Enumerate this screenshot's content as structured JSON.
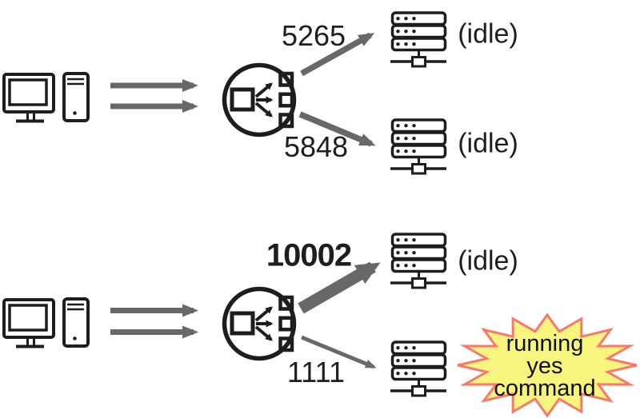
{
  "diagram": {
    "title": "load balancer port routing diagram",
    "icons": {
      "client": "desktop-computer-icon",
      "balancer": "load-balancer-icon",
      "server": "server-rack-icon"
    },
    "colors": {
      "arrow_gray": "#686868",
      "line_black": "#1d1d1d",
      "text_black": "#1e1e1e",
      "burst_fill": "#f8f57e",
      "burst_border": "#f8796a"
    },
    "scenarios": [
      {
        "connections": [
          {
            "port": "5265",
            "server_status": "(idle)",
            "traffic": "normal"
          },
          {
            "port": "5848",
            "server_status": "(idle)",
            "traffic": "normal"
          }
        ]
      },
      {
        "connections": [
          {
            "port": "10002",
            "server_status": "(idle)",
            "traffic": "heavy"
          },
          {
            "port": "1111",
            "server_status": "",
            "traffic": "light",
            "callout": {
              "line1": "running",
              "line2": "yes command"
            }
          }
        ]
      }
    ]
  }
}
